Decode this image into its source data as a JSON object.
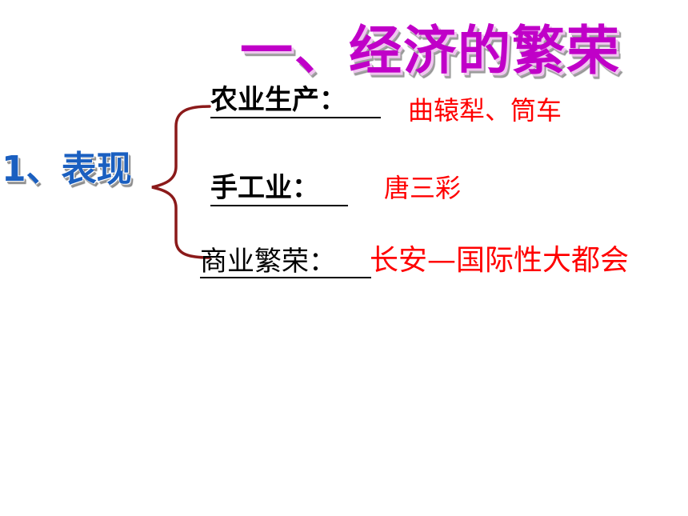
{
  "title": "一、经济的繁荣",
  "section_label": "1、表现",
  "items": [
    {
      "category": "农业生产：",
      "detail": "曲辕犁、筒车"
    },
    {
      "category": "手工业：",
      "detail": "唐三彩"
    },
    {
      "category": "商业繁荣：",
      "detail": "长安—国际性大都会"
    }
  ],
  "colors": {
    "title": "#c000c8",
    "section_label": "#1a5fc0",
    "brace": "#8b1a1a",
    "detail_text": "#ff0000"
  }
}
